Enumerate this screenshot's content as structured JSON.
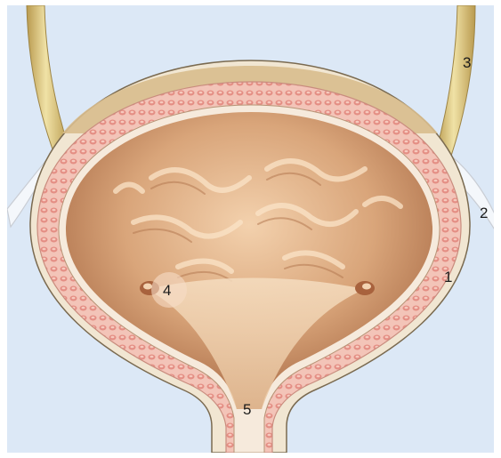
{
  "colors": {
    "background": "#dce8f6",
    "lumen": "#cf9a6e",
    "muscle_wall": "#e8a79d",
    "outer_layer": "#d3b98a",
    "ureter": "#d9c480"
  },
  "labels": [
    {
      "id": "1",
      "text": "1"
    },
    {
      "id": "2",
      "text": "2"
    },
    {
      "id": "3",
      "text": "3"
    },
    {
      "id": "4",
      "text": "4"
    },
    {
      "id": "5",
      "text": "5"
    }
  ]
}
